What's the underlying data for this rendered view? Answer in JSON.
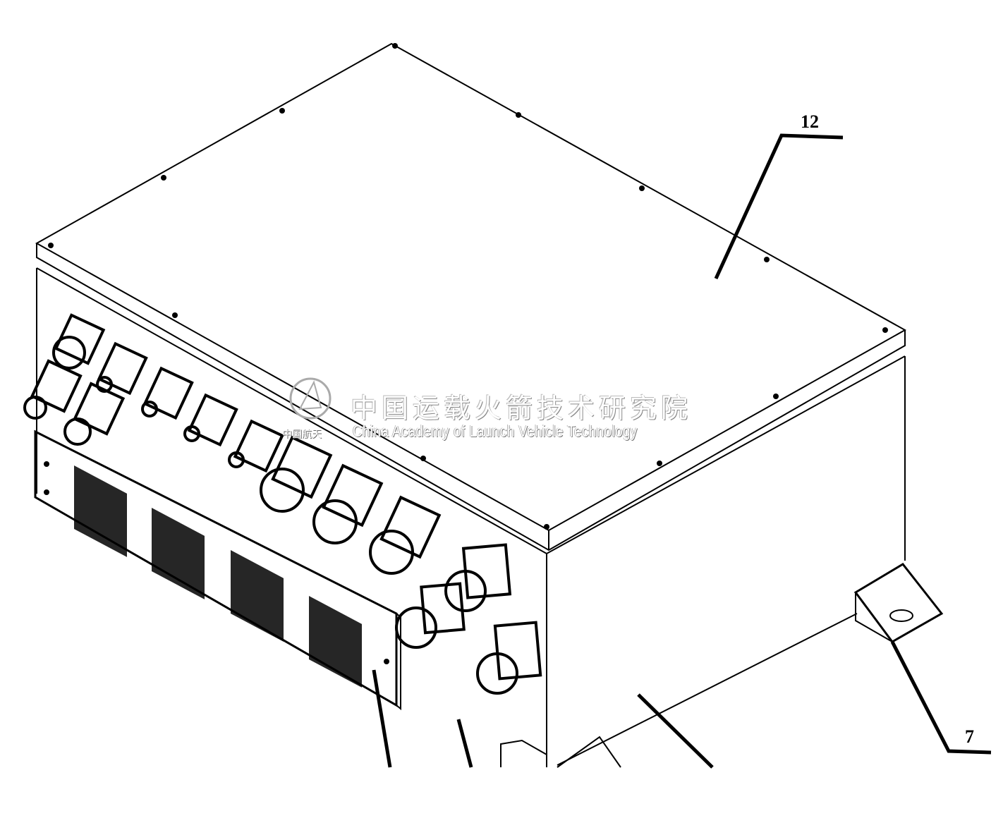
{
  "labels": {
    "lid": "12",
    "bracket": "7"
  },
  "watermark": {
    "name_cn": "中国运载火箭技术研究院",
    "name_en": "China Academy of Launch Vehicle Technology",
    "logo_text": "中国航天"
  }
}
